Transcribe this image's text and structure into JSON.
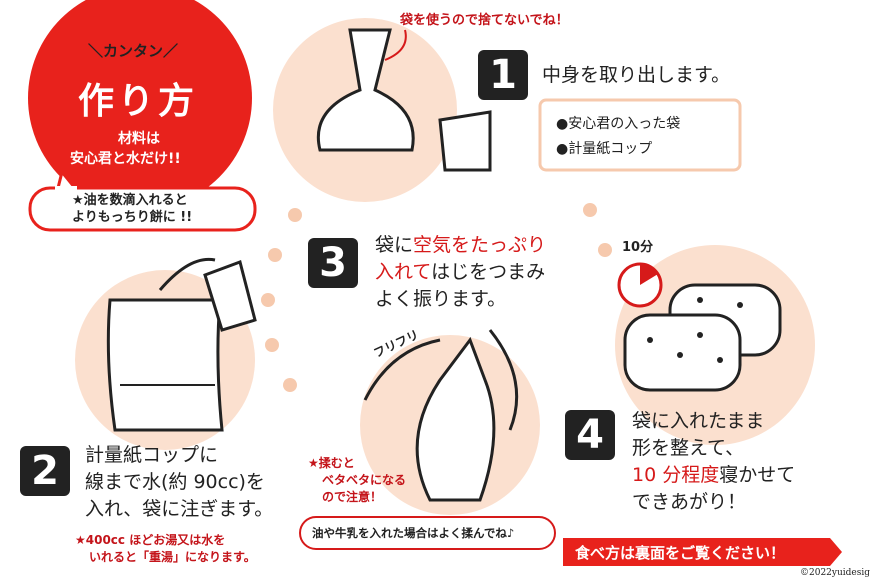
{
  "header": {
    "kantan": "＼カンタン／",
    "title": "作り方",
    "materials_1": "材料は",
    "materials_2": "安心君と水だけ!!",
    "tip_1": "★油を数滴入れると",
    "tip_2": "よりもっちり餅に !!"
  },
  "top_note": "袋を使うので捨てないでね！",
  "step1": {
    "number": "1",
    "text": "中身を取り出します。",
    "items": [
      "●安心君の入った袋",
      "●計量紙コップ"
    ]
  },
  "step2": {
    "number": "2",
    "lines": [
      "計量紙コップに",
      "線まで水(約 90cc)を",
      "入れ、袋に注ぎます。"
    ],
    "note_1": "★400cc ほどお湯又は水を",
    "note_2": "いれると「重湯」になります。"
  },
  "step3": {
    "number": "3",
    "line1_a": "袋に",
    "line1_b": "空気をたっぷり",
    "line2_a": "入れて",
    "line2_b": "はじをつまみ",
    "line3": "よく振ります。",
    "sound": "フリフリ"
  },
  "knead_note": {
    "line1": "★揉むと",
    "line2": "ベタベタになる",
    "line3": "ので注意！",
    "bubble": "油や牛乳を入れた場合はよく揉んでね♪"
  },
  "step4": {
    "number": "4",
    "line1": "袋に入れたまま",
    "line2": "形を整えて、",
    "line3_red": "10 分程度",
    "line3_rest": "寝かせて",
    "line4": "できあがり！",
    "timer": "10分"
  },
  "banner": "食べ方は裏面をご覧ください！",
  "copyright": "©2022yuidesign",
  "colors": {
    "red": "#e8221c",
    "peach": "#fbe0cf",
    "dark": "#222222"
  }
}
